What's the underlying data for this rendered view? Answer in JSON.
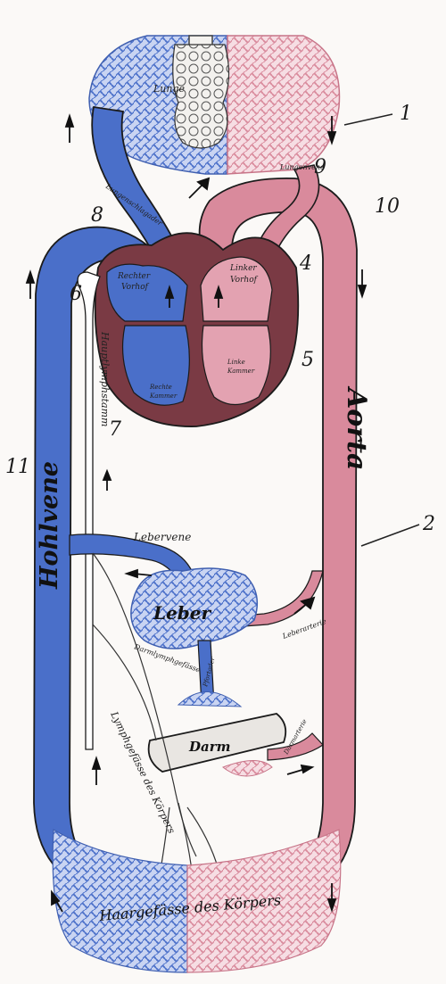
{
  "labels": {
    "lunge": "Lunge",
    "lungenvene": "Lungenvene",
    "lungenschlagader": "Lungenschlagader",
    "rechter_vorhof_1": "Rechter",
    "rechter_vorhof_2": "Vorhof",
    "linker_vorhof_1": "Linker",
    "linker_vorhof_2": "Vorhof",
    "rechte_kammer_1": "Rechte",
    "rechte_kammer_2": "Kammer",
    "linke_kammer_1": "Linke",
    "linke_kammer_2": "Kammer",
    "hauptlymphstamm": "Hauptlymphstamm",
    "hohlvene": "Hohlvene",
    "aorta": "Aorta",
    "lebervene": "Lebervene",
    "leber": "Leber",
    "leberarterie": "Leberarterie",
    "darmlymphgefaesse": "Darmlymphgefässe",
    "pfortader": "Pfortader",
    "darm": "Darm",
    "darmarterie": "Darmarterie",
    "lymphgefaesse": "Lymphgefässe des Körpers",
    "haargefaesse": "Haargefässe des Körpers"
  },
  "numbers": {
    "n1": "1",
    "n2": "2",
    "n4": "4",
    "n5": "5",
    "n6": "6",
    "n7": "7",
    "n8": "8",
    "n9": "9",
    "n10": "10",
    "n11": "11"
  },
  "colors": {
    "venous_blue": "#4a6fc9",
    "arterial_pink": "#d98a9c",
    "heart_dark": "#7a3a44",
    "lymph_white": "#ffffff",
    "outline": "#1b1b1b"
  }
}
